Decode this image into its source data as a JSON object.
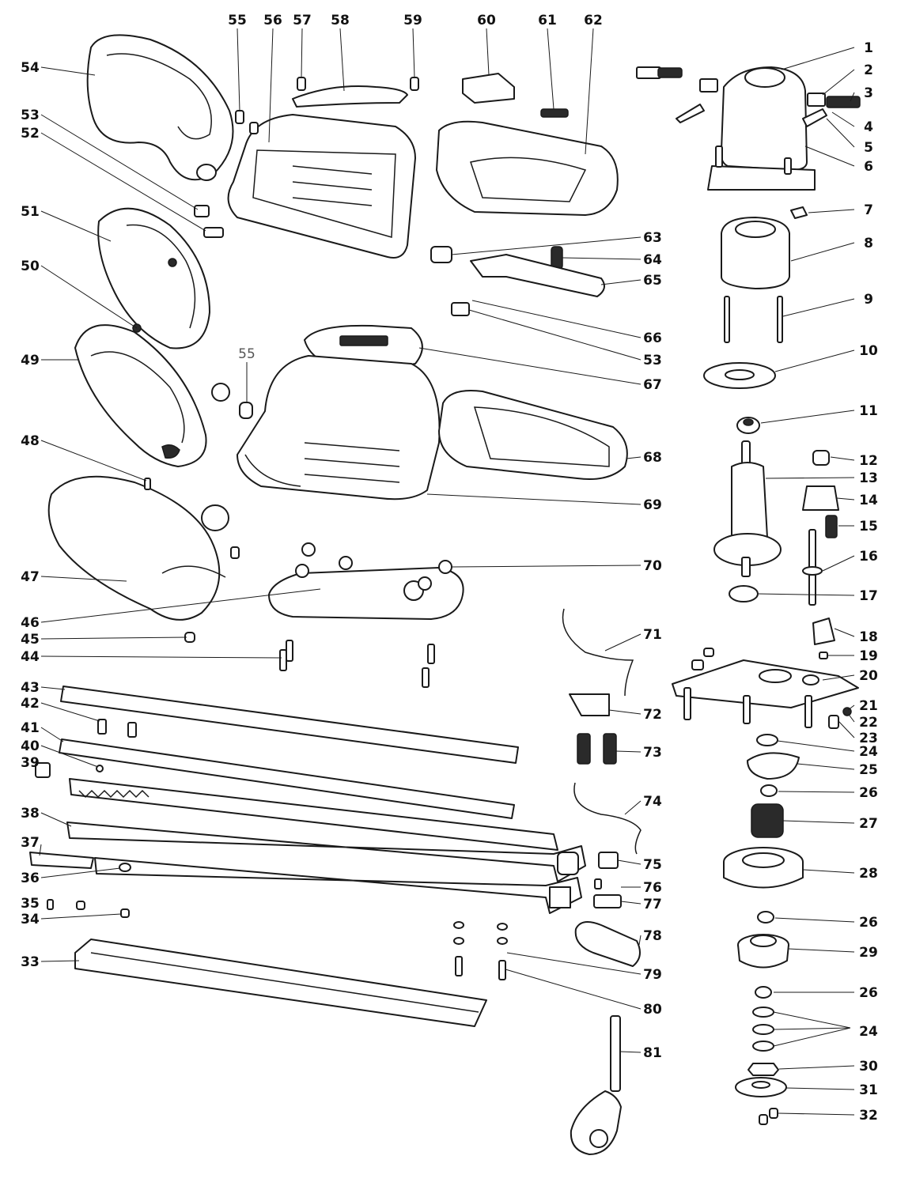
{
  "callouts": [
    {
      "id": "c1",
      "text": "1"
    },
    {
      "id": "c2",
      "text": "2"
    },
    {
      "id": "c3",
      "text": "3"
    },
    {
      "id": "c4",
      "text": "4"
    },
    {
      "id": "c5",
      "text": "5"
    },
    {
      "id": "c6",
      "text": "6"
    },
    {
      "id": "c7",
      "text": "7"
    },
    {
      "id": "c8",
      "text": "8"
    },
    {
      "id": "c9",
      "text": "9"
    },
    {
      "id": "c10",
      "text": "10"
    },
    {
      "id": "c11",
      "text": "11"
    },
    {
      "id": "c12",
      "text": "12"
    },
    {
      "id": "c13",
      "text": "13"
    },
    {
      "id": "c14",
      "text": "14"
    },
    {
      "id": "c15",
      "text": "15"
    },
    {
      "id": "c16",
      "text": "16"
    },
    {
      "id": "c17",
      "text": "17"
    },
    {
      "id": "c18",
      "text": "18"
    },
    {
      "id": "c19",
      "text": "19"
    },
    {
      "id": "c20",
      "text": "20"
    },
    {
      "id": "c21",
      "text": "21"
    },
    {
      "id": "c22",
      "text": "22"
    },
    {
      "id": "c23",
      "text": "23"
    },
    {
      "id": "c24a",
      "text": "24"
    },
    {
      "id": "c25",
      "text": "25"
    },
    {
      "id": "c26a",
      "text": "26"
    },
    {
      "id": "c27",
      "text": "27"
    },
    {
      "id": "c28",
      "text": "28"
    },
    {
      "id": "c26b",
      "text": "26"
    },
    {
      "id": "c29",
      "text": "29"
    },
    {
      "id": "c26c",
      "text": "26"
    },
    {
      "id": "c24b",
      "text": "24"
    },
    {
      "id": "c30",
      "text": "30"
    },
    {
      "id": "c31",
      "text": "31"
    },
    {
      "id": "c32",
      "text": "32"
    },
    {
      "id": "c33",
      "text": "33"
    },
    {
      "id": "c34",
      "text": "34"
    },
    {
      "id": "c35",
      "text": "35"
    },
    {
      "id": "c36",
      "text": "36"
    },
    {
      "id": "c37",
      "text": "37"
    },
    {
      "id": "c38",
      "text": "38"
    },
    {
      "id": "c39",
      "text": "39"
    },
    {
      "id": "c40",
      "text": "40"
    },
    {
      "id": "c41",
      "text": "41"
    },
    {
      "id": "c42",
      "text": "42"
    },
    {
      "id": "c43",
      "text": "43"
    },
    {
      "id": "c44",
      "text": "44"
    },
    {
      "id": "c45",
      "text": "45"
    },
    {
      "id": "c46",
      "text": "46"
    },
    {
      "id": "c47",
      "text": "47"
    },
    {
      "id": "c48",
      "text": "48"
    },
    {
      "id": "c49",
      "text": "49"
    },
    {
      "id": "c50",
      "text": "50"
    },
    {
      "id": "c51",
      "text": "51"
    },
    {
      "id": "c52",
      "text": "52"
    },
    {
      "id": "c53a",
      "text": "53"
    },
    {
      "id": "c54",
      "text": "54"
    },
    {
      "id": "c55a",
      "text": "55"
    },
    {
      "id": "c56",
      "text": "56"
    },
    {
      "id": "c57",
      "text": "57"
    },
    {
      "id": "c58",
      "text": "58"
    },
    {
      "id": "c59",
      "text": "59"
    },
    {
      "id": "c60",
      "text": "60"
    },
    {
      "id": "c61",
      "text": "61"
    },
    {
      "id": "c62",
      "text": "62"
    },
    {
      "id": "c63",
      "text": "63"
    },
    {
      "id": "c64",
      "text": "64"
    },
    {
      "id": "c65",
      "text": "65"
    },
    {
      "id": "c66",
      "text": "66"
    },
    {
      "id": "c53b",
      "text": "53"
    },
    {
      "id": "c67",
      "text": "67"
    },
    {
      "id": "c68",
      "text": "68"
    },
    {
      "id": "c69",
      "text": "69"
    },
    {
      "id": "c55b",
      "text": "55"
    },
    {
      "id": "c70",
      "text": "70"
    },
    {
      "id": "c71",
      "text": "71"
    },
    {
      "id": "c72",
      "text": "72"
    },
    {
      "id": "c73",
      "text": "73"
    },
    {
      "id": "c74",
      "text": "74"
    },
    {
      "id": "c75",
      "text": "75"
    },
    {
      "id": "c76",
      "text": "76"
    },
    {
      "id": "c77",
      "text": "77"
    },
    {
      "id": "c78",
      "text": "78"
    },
    {
      "id": "c79",
      "text": "79"
    },
    {
      "id": "c80",
      "text": "80"
    },
    {
      "id": "c81",
      "text": "81"
    }
  ]
}
